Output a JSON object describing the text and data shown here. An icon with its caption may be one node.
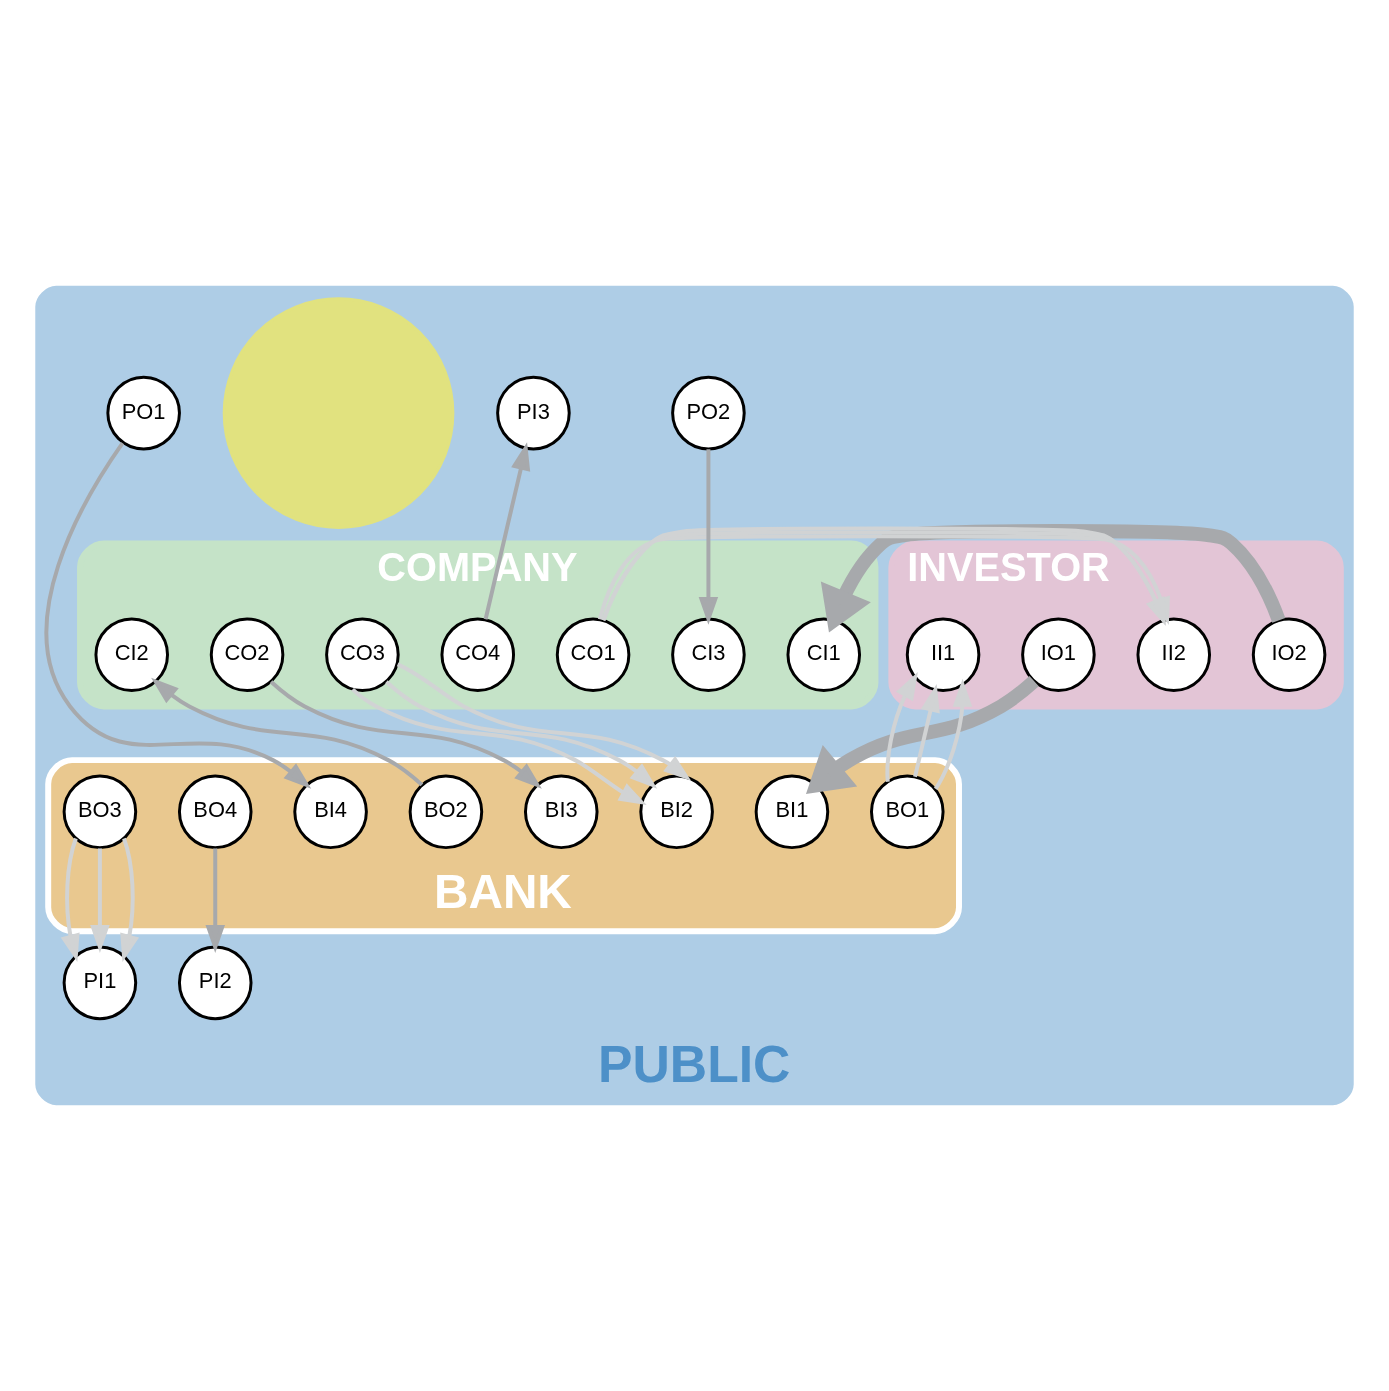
{
  "diagram": {
    "nodes": [
      {
        "text": [
          "PUBLIC"
        ]
      },
      {
        "text": [
          "INVESTOR"
        ],
        "in": 0
      },
      {
        "text": [
          "IO2"
        ],
        "in": 1
      },
      {
        "text": [
          "II2"
        ],
        "in": 1
      },
      {
        "text": [
          "IO1"
        ],
        "in": 1
      },
      {
        "text": [
          "II1"
        ],
        "in": 1
      },
      {
        "text": [
          "COMPANY"
        ],
        "in": 0
      },
      {
        "text": [
          "CI1"
        ],
        "in": 6
      },
      {
        "text": [
          "CI3"
        ],
        "in": 6
      },
      {
        "text": [
          "CO1"
        ],
        "in": 6
      },
      {
        "text": [
          "CO4"
        ],
        "in": 6
      },
      {
        "text": [
          "CO3"
        ],
        "in": 6
      },
      {
        "text": [
          "CO2"
        ],
        "in": 6
      },
      {
        "text": [
          "CI2"
        ],
        "in": 6
      },
      {
        "text": [
          "PO2"
        ],
        "in": 0
      },
      {
        "text": [
          "PI3"
        ],
        "in": 0
      },
      {
        "text": [],
        "shape": "circle",
        "in": 0
      },
      {
        "text": [
          "BANK"
        ],
        "in": 0
      },
      {
        "text": [
          "BO1"
        ],
        "in": 17
      },
      {
        "text": [
          "BI2"
        ],
        "in": 17
      },
      {
        "text": [
          "BI3"
        ],
        "in": 17
      },
      {
        "text": [
          "BI1"
        ],
        "in": 17
      },
      {
        "text": [
          "BO2"
        ],
        "in": 17
      },
      {
        "text": [
          "BI4"
        ],
        "in": 17
      },
      {
        "text": [
          "BO3"
        ],
        "in": 17
      },
      {
        "text": [
          "BO4"
        ],
        "in": 17
      },
      {
        "text": [
          "PO1"
        ],
        "in": 0
      },
      {
        "text": [
          "PI1"
        ],
        "in": 0
      },
      {
        "text": [
          "PI2"
        ],
        "in": 0
      }
    ],
    "edges": [
      {
        "from": 2,
        "to": 7,
        "arrow": "to",
        "style": "thick",
        "color": "#a7a9ac"
      },
      {
        "from": 9,
        "to": 3,
        "arrow": "to"
      },
      {
        "from": 9,
        "to": 3,
        "arrow": "to"
      },
      {
        "from": 9,
        "to": 3,
        "arrow": "to"
      },
      {
        "from": 14,
        "to": 8,
        "arrow": "to",
        "color": "#a7a9ac"
      },
      {
        "from": 10,
        "to": 15,
        "arrow": "to",
        "color": "#a7a9ac"
      },
      {
        "from": 18,
        "to": 5,
        "arrow": "to"
      },
      {
        "from": 18,
        "to": 5,
        "arrow": "to"
      },
      {
        "from": 18,
        "to": 5,
        "arrow": "to"
      },
      {
        "from": 11,
        "to": 19,
        "arrow": "to"
      },
      {
        "from": 11,
        "to": 19,
        "arrow": "to"
      },
      {
        "from": 11,
        "to": 19,
        "arrow": "to"
      },
      {
        "from": 4,
        "to": 21,
        "arrow": "to",
        "style": "thick",
        "color": "#a7a9ac"
      },
      {
        "from": 12,
        "to": 20,
        "arrow": "to",
        "color": "#a7a9ac"
      },
      {
        "from": 22,
        "to": 13,
        "arrow": "to",
        "color": "#a7a9ac"
      },
      {
        "from": 26,
        "to": 23,
        "arrow": "to",
        "color": "#a7a9ac"
      },
      {
        "from": 24,
        "to": 27,
        "arrow": "to"
      },
      {
        "from": 24,
        "to": 27,
        "arrow": "to"
      },
      {
        "from": 24,
        "to": 27,
        "arrow": "to"
      },
      {
        "from": 25,
        "to": 28,
        "arrow": "to",
        "color": "#a7a9ac"
      }
    ]
  }
}
